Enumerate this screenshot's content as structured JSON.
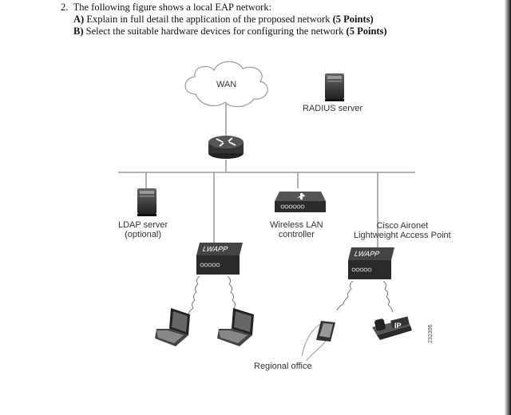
{
  "question": {
    "number": "2.",
    "intro": "The following figure shows a local EAP network:",
    "part_a_label": "A)",
    "part_a_text": "Explain in full detail the application of the proposed network",
    "part_a_points": "(5 Points)",
    "part_b_label": "B)",
    "part_b_text": "Select the suitable hardware devices for configuring the network",
    "part_b_points": "(5 Points)"
  },
  "diagram": {
    "wan": "WAN",
    "radius_server": "RADIUS server",
    "ldap_line1": "LDAP server",
    "ldap_line2": "(optional)",
    "wlc_line1": "Wireless LAN",
    "wlc_line2": "controller",
    "ap_line1": "Cisco Aironet",
    "ap_line2": "Lightweight Access Point",
    "lwapp_tag": "LWAPP",
    "ip_tag": "IP",
    "regional_office": "Regional office",
    "figure_id": "232306"
  }
}
